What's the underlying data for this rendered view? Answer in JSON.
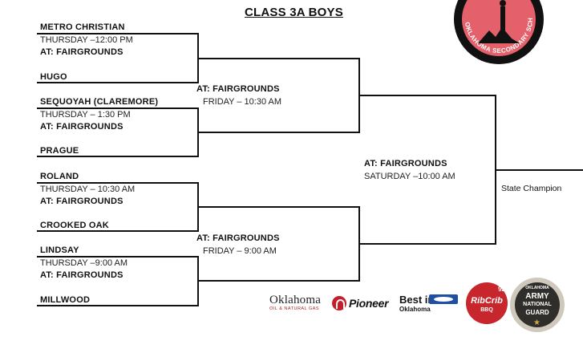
{
  "title": "CLASS 3A BOYS",
  "matchups": [
    {
      "team_top": "METRO CHRISTIAN",
      "time": "THURSDAY –12:00 PM",
      "location": "AT:  FAIRGROUNDS",
      "team_bottom": "HUGO"
    },
    {
      "team_top": "SEQUOYAH (CLAREMORE)",
      "time": "THURSDAY – 1:30 PM",
      "location": "AT:  FAIRGROUNDS",
      "team_bottom": "PRAGUE"
    },
    {
      "team_top": "ROLAND",
      "time": "THURSDAY – 10:30 AM",
      "location": "AT:  FAIRGROUNDS",
      "team_bottom": "CROOKED OAK"
    },
    {
      "team_top": "LINDSAY",
      "time": "THURSDAY –9:00 AM",
      "location": "AT:  FAIRGROUNDS",
      "team_bottom": "MILLWOOD"
    }
  ],
  "semifinals": [
    {
      "location": "AT: FAIRGROUNDS",
      "time": "FRIDAY – 10:30 AM"
    },
    {
      "location": "AT: FAIRGROUNDS",
      "time": "FRIDAY – 9:00 AM"
    }
  ],
  "final": {
    "location": "AT:  FAIRGROUNDS",
    "time": "SATURDAY –10:00 AM"
  },
  "champion_label": "State Champion",
  "association_logo": {
    "text": "OKLAHOMA SECONDARY SCHOOL ACTIVITIES ASSOCIATION",
    "icon": "association-seal-icon"
  },
  "sponsors": {
    "oklahoma_gas": {
      "name": "Oklahoma",
      "sub": "OIL & NATURAL GAS"
    },
    "pioneer": {
      "name": "Pioneer"
    },
    "best_in": {
      "line1": "Best in",
      "line2": "Oklahoma"
    },
    "ribcrib": {
      "name": "RibCrib",
      "sub": "BBQ",
      "num": "92"
    },
    "guard": {
      "l1": "OKLAHOMA",
      "l2": "ARMY",
      "l3": "NATIONAL",
      "l4": "GUARD"
    }
  },
  "colors": {
    "seal_red": "#e4606a",
    "pioneer_red": "#c41e2a",
    "ribcrib_red": "#c7262c",
    "guard_dark": "#2f2e2a"
  }
}
